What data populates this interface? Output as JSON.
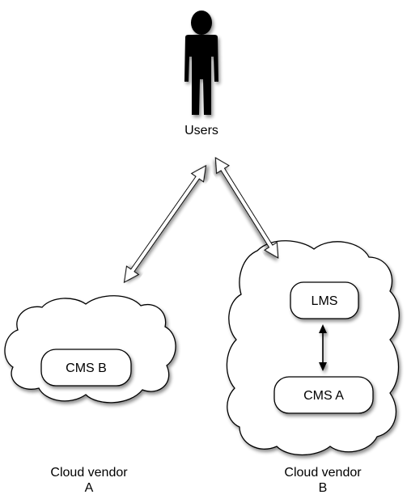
{
  "nodes": {
    "users": {
      "label": "Users",
      "icon": "person-icon"
    },
    "cloud_a": {
      "caption_line1": "Cloud vendor",
      "caption_line2": "A"
    },
    "cloud_b": {
      "caption_line1": "Cloud vendor",
      "caption_line2": "B"
    },
    "cms_b": {
      "label": "CMS B"
    },
    "lms": {
      "label": "LMS"
    },
    "cms_a": {
      "label": "CMS A"
    }
  },
  "edges": [
    {
      "from": "users",
      "to": "cloud_a",
      "style": "hollow-double-arrow"
    },
    {
      "from": "users",
      "to": "cloud_b",
      "style": "hollow-double-arrow"
    },
    {
      "from": "lms",
      "to": "cms_a",
      "style": "solid-double-arrow"
    }
  ],
  "colors": {
    "stroke": "#000000",
    "fill": "#ffffff",
    "person": "#000000"
  }
}
